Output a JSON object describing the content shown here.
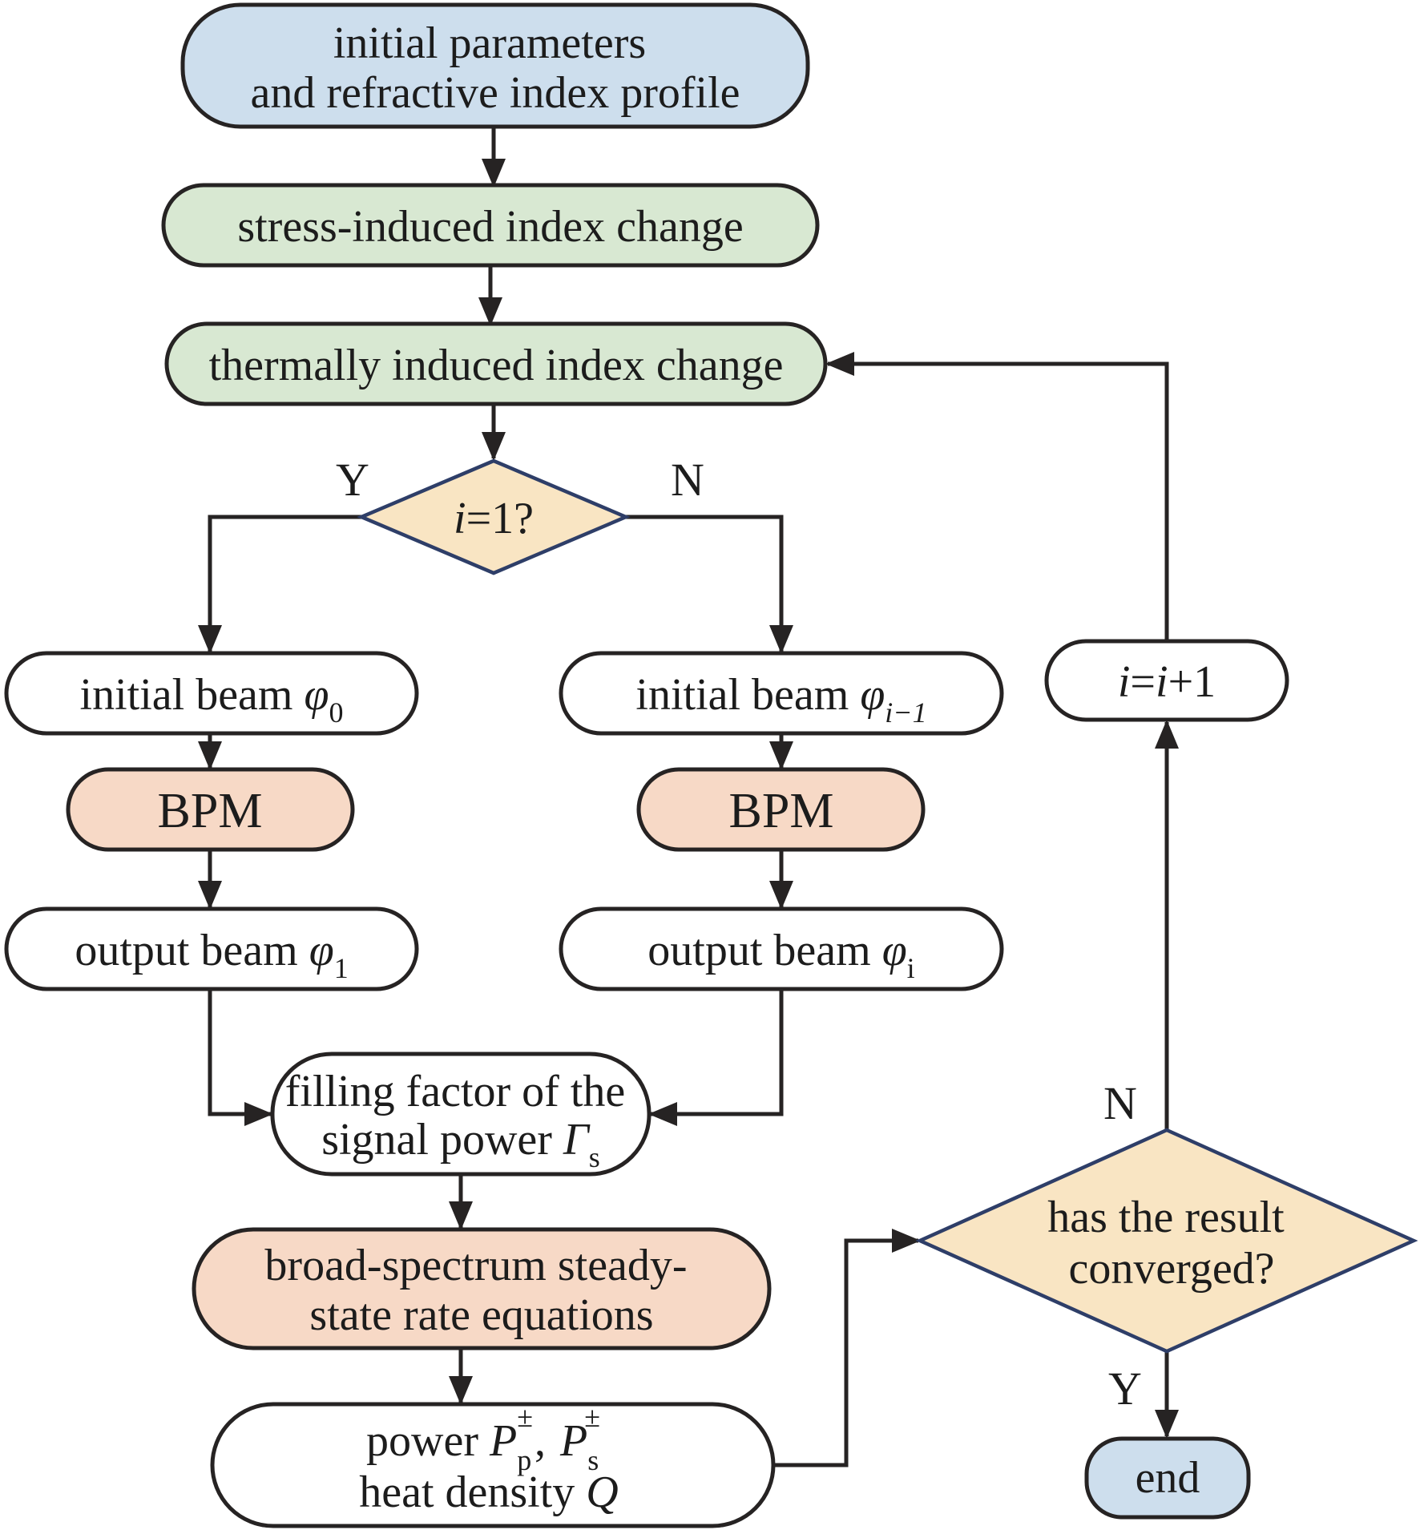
{
  "colors": {
    "blue": "#cddeed",
    "green": "#d8e8d2",
    "salmon": "#f7d9c6",
    "tan": "#f9e5c3",
    "navy": "#2e3e68",
    "ink": "#262323",
    "white": "#ffffff"
  },
  "nodes": {
    "start": {
      "line1": "initial parameters",
      "line2": "and refractive index profile"
    },
    "stress": {
      "label": "stress-induced index change"
    },
    "thermal": {
      "label": "thermally induced index change"
    },
    "decision_i": {
      "var": "i",
      "rest": "=1?"
    },
    "yes_label": "Y",
    "no_label": "N",
    "beam_initial_0": {
      "text": "initial beam ",
      "sym": "φ",
      "sub": "0"
    },
    "beam_initial_prev": {
      "text": "initial beam ",
      "sym": "φ",
      "sub": "i−1"
    },
    "i_increment": {
      "i1": "i",
      "eq": "=",
      "i2": "i",
      "plus": "+1"
    },
    "bpm_left": {
      "label": "BPM"
    },
    "bpm_right": {
      "label": "BPM"
    },
    "output_beam_1": {
      "text": "output beam ",
      "sym": "φ",
      "sub": "1"
    },
    "output_beam_i": {
      "text": "output beam ",
      "sym": "φ",
      "sub": "i"
    },
    "filling": {
      "line1": "filling factor of the",
      "line2": "signal power ",
      "sym": "Γ",
      "sub": "s"
    },
    "broad": {
      "line1": "broad-spectrum steady-",
      "line2": "state rate equations"
    },
    "power": {
      "word": "power ",
      "p": "P",
      "p_sub": "p",
      "p_sup": "±",
      "sep": ",",
      "s": "P",
      "s_sub": "s",
      "s_sup": "±",
      "line2": "heat density ",
      "q": "Q"
    },
    "decision_conv": {
      "line1": "has the result",
      "line2": "converged?"
    },
    "conv_no": "N",
    "conv_yes": "Y",
    "end": {
      "label": "end"
    }
  }
}
